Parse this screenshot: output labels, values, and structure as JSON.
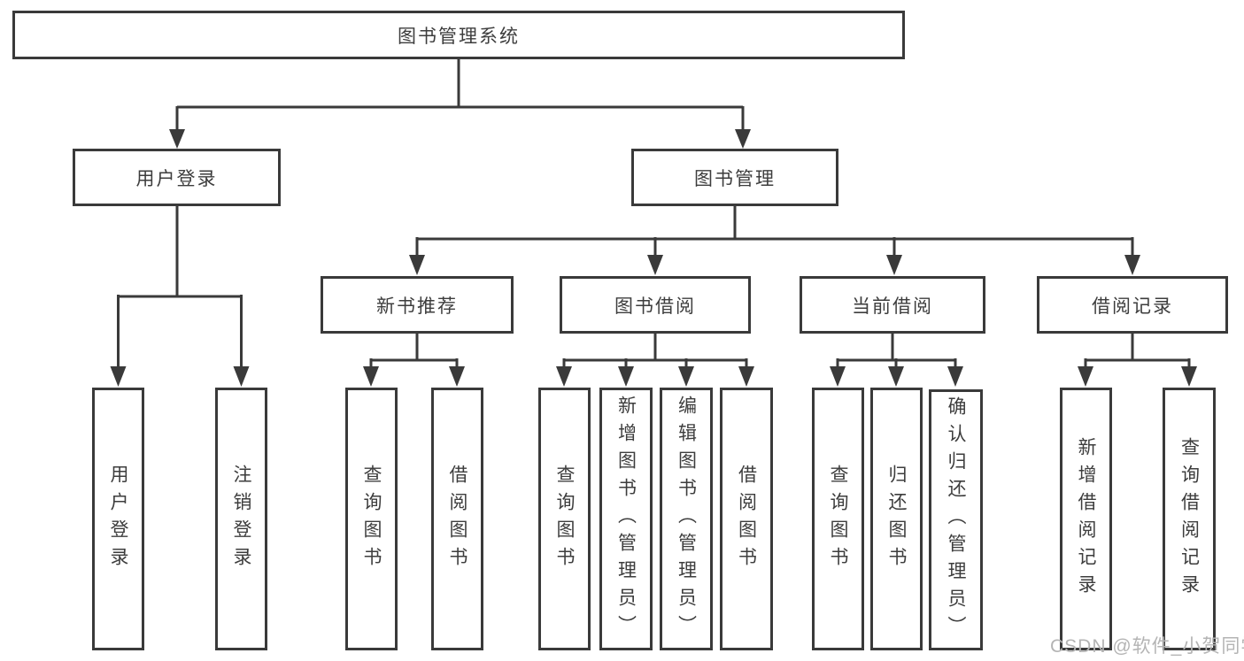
{
  "colors": {
    "line": "#3a3a3a",
    "text": "#3d3d3d",
    "background": "#ffffff",
    "watermark": "#b4b4b4"
  },
  "tree": {
    "root": "图书管理系统",
    "branches": [
      {
        "label": "用户登录",
        "children": [
          "用户登录",
          "注销登录"
        ]
      },
      {
        "label": "图书管理",
        "children": [
          {
            "label": "新书推荐",
            "children": [
              "查询图书",
              "借阅图书"
            ]
          },
          {
            "label": "图书借阅",
            "children": [
              "查询图书",
              "新增图书（管理员）",
              "编辑图书（管理员）",
              "借阅图书"
            ]
          },
          {
            "label": "当前借阅",
            "children": [
              "查询图书",
              "归还图书",
              "确认归还（管理员）"
            ]
          },
          {
            "label": "借阅记录",
            "children": [
              "新增借阅记录",
              "查询借阅记录"
            ]
          }
        ]
      }
    ]
  },
  "watermark": {
    "text": "CSDN @软件_小贺同学"
  }
}
